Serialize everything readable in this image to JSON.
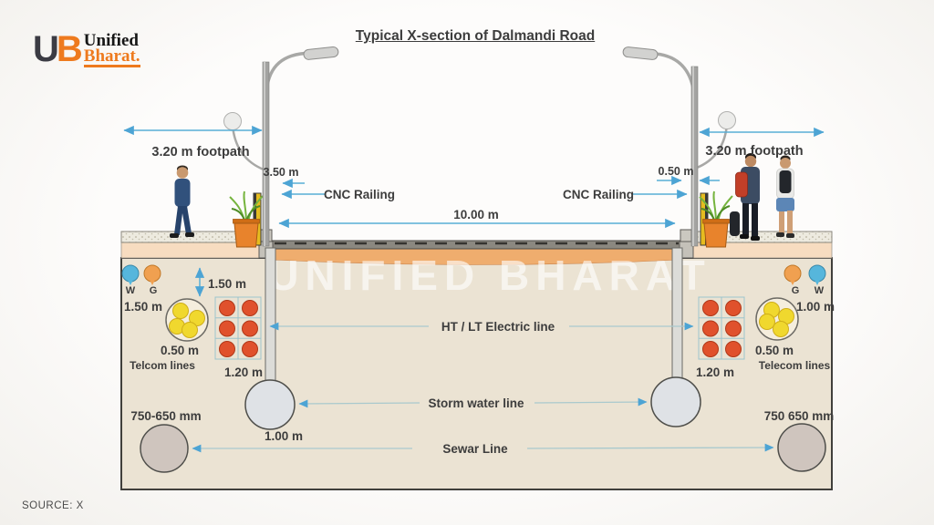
{
  "header": {
    "logo": {
      "mark_u": "U",
      "mark_b": "B",
      "name_top": "Unified",
      "name_bottom": "Bharat."
    },
    "title": "Typical X-section of Dalmandi Road"
  },
  "watermark": "UNIFIED BHARAT",
  "footer": {
    "source": "SOURCE: X"
  },
  "dimensions": {
    "footpath_left": "3.20 m footpath",
    "footpath_right": "3.20 m footpath",
    "pole_clearance": "3.50 m",
    "railing_offset": "0.50 m",
    "road_width": "10.00 m",
    "cover_depth": "1.50 m",
    "telcom_depth_left": "1.50 m",
    "telcom_size_left": "0.50 m",
    "electric_duct_left": "1.20 m",
    "telcom_depth_right": "1.00 m",
    "telcom_size_right": "0.50 m",
    "electric_duct_right": "1.20 m",
    "sewer_dia_left": "750-650 mm",
    "sewer_dia_right": "750 650 mm",
    "sewer_offset": "1.00 m"
  },
  "utilities": {
    "cnc_left": "CNC Railing",
    "cnc_right": "CNC Railing",
    "electric": "HT / LT Electric line",
    "storm": "Storm water line",
    "sewer": "Sewar Line",
    "telcom_left": "Telcom lines",
    "telcom_right": "Telecom lines",
    "water_left": "W",
    "gas_left": "G",
    "gas_right": "G",
    "water_right": "W"
  },
  "colors": {
    "brand_orange": "#ee7a1e",
    "arrow_blue": "#4da4d4",
    "leader_line": "#a9c9cd",
    "ground": "#ebe3d3",
    "road_band": "#efad6e",
    "electric_duct": "#e0512c",
    "telecom_yellow": "#f0d82e",
    "water_blue": "#56b6dc",
    "gas_orange": "#f0a050"
  }
}
